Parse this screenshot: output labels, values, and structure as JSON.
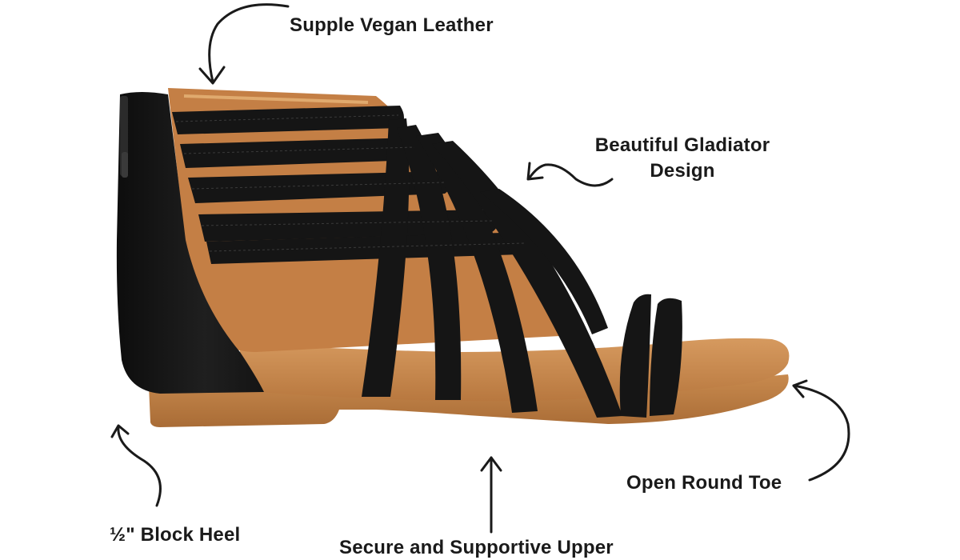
{
  "annotations": {
    "supple_vegan_leather": "Supple Vegan Leather",
    "gladiator_line1": "Beautiful Gladiator",
    "gladiator_line2": "Design",
    "open_round_toe": "Open Round Toe",
    "block_heel": "½\" Block Heel",
    "secure_upper": "Secure and Supportive Upper"
  },
  "colors": {
    "strap_black": "#151515",
    "tan_leather": "#c47f45",
    "sole_tan": "#b87c42",
    "text": "#1a1a1a"
  },
  "icons": {
    "product": "gladiator-sandal-image",
    "arrows": "hand-drawn-arrow-icon"
  }
}
